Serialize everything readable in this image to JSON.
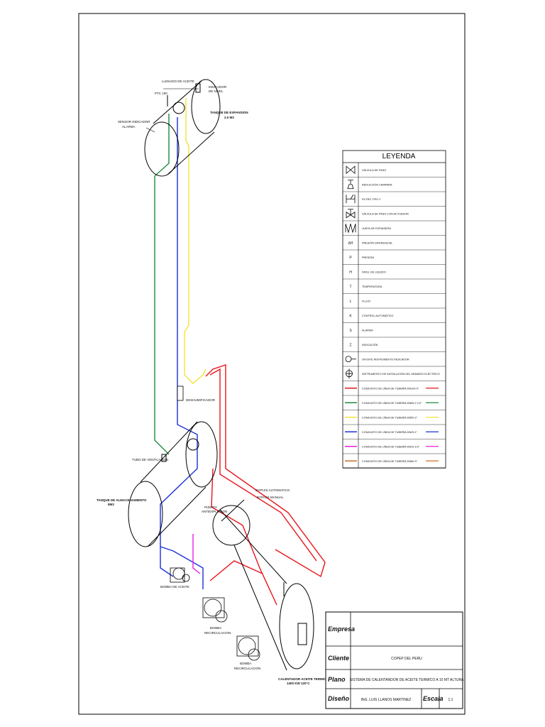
{
  "labels": {
    "llenado": "LLENADO DE ACEITE",
    "indicador_nivel": [
      "INDICADOR",
      "DE NIVEL"
    ],
    "ptc": "PTC 100",
    "sensor": [
      "SENSOR INDICADOR",
      "ALARMA"
    ],
    "tanque_expansion": [
      "TANQUE DE EXPANSION",
      "2.0 M3"
    ],
    "deshumificador": "DESHUMIFICADOR",
    "tubo_ventilacion": "TUBO DE  VENTILACION",
    "tanque_almacenamiento": [
      "TANQUE DE ALMACENAMIENTO",
      "8M3"
    ],
    "bypass": [
      "BYPASS AUTOMATICO",
      "BYPASS MANUAL"
    ],
    "purga": [
      "PUERTA",
      "ANTIEXPLOSION"
    ],
    "bomba_aceite": "BOMBA DE ACEITE",
    "bomba_1": [
      "BOMBA",
      "RECIRCULACION"
    ],
    "bomba_2": [
      "BOMBA",
      "RECIRCULACION"
    ],
    "calentador": [
      "CALENTADOR ACEITE TERMICO",
      "1400 KW 120°C"
    ]
  },
  "legend": {
    "title": "LEYENDA",
    "items": [
      {
        "symbol": "valve-icon",
        "text": "VÁLVULA DE PASO"
      },
      {
        "symbol": "reduction-icon",
        "text": "REDUCCIÓN CAMPANA"
      },
      {
        "symbol": "filter-icon",
        "text": "FILTRO TIPO Y"
      },
      {
        "symbol": "actuator-valve-icon",
        "text": "VÁLVULA DE PASO  CON ACTUADOR"
      },
      {
        "symbol": "expansion-joint-icon",
        "text": "JUNTA DE EXPANSIÓN"
      },
      {
        "symbol": "text-code",
        "code": "ΔH",
        "text": "PRESIÓN  DIFERENCIAL"
      },
      {
        "symbol": "text-code",
        "code": "P",
        "text": "PRESIÓN"
      },
      {
        "symbol": "text-code",
        "code": "H",
        "text": "NIVEL DE LIQUIDO"
      },
      {
        "symbol": "text-code",
        "code": "T",
        "text": "TEMPERATURA"
      },
      {
        "symbol": "text-code",
        "code": "L",
        "text": "FLUJO"
      },
      {
        "symbol": "text-code",
        "code": "K",
        "text": "CONTROL AUTOMÁTICO"
      },
      {
        "symbol": "text-code",
        "code": "S",
        "text": "ALARMA"
      },
      {
        "symbol": "text-code",
        "code": "Z",
        "text": "INDICACIÓN"
      },
      {
        "symbol": "instrument-indicator-icon",
        "text": "ON-SITE INSTRUMENTO INDICADOR"
      },
      {
        "symbol": "instrument-electric-icon",
        "text": "INSTRUMENTO DE INSTALACIÓN DEL ARMARIO ELÉCTRICO"
      },
      {
        "symbol": "line",
        "color": "#e8141b",
        "text": "CONJUNTO DE LÍNEA DE TUBERÍA DN100    4\""
      },
      {
        "symbol": "line",
        "color": "#1d8a3c",
        "text": "CONJUNTO DE LÍNEA DE TUBERÍA DN65    2 1/2\""
      },
      {
        "symbol": "line",
        "color": "#f2e33a",
        "text": "CONJUNTO DE LÍNEA DE TUBERÍA DN50    2\""
      },
      {
        "symbol": "line",
        "color": "#1a2fd6",
        "text": "CONJUNTO DE LÍNEA DE TUBERÍA DN25    1\""
      },
      {
        "symbol": "line",
        "color": "#e81ee0",
        "text": "CONJUNTO DE LÍNEA DE TUBERÍA DN15    1/2\""
      },
      {
        "symbol": "line",
        "color": "#c8702a",
        "text": "CONJUNTO DE LÍNEA DE TUBERÍA DN80    3\""
      }
    ]
  },
  "title_block": {
    "empresa_label": "Empresa",
    "empresa_value": "",
    "cliente_label": "Cliente",
    "cliente_value": "COPEP DEL PERU",
    "plano_label": "Plano",
    "plano_value": "SISTEMA DE CALENTANDOR DE ACEITE TERMICO A 10 MT ALTURA",
    "diseno_label": "Diseño",
    "diseno_value": "ING. LUIS LLANOS MARTINEZ",
    "escala_label": "Escala",
    "escala_value": "1:1"
  },
  "colors": {
    "red": "#e8141b",
    "green": "#1d8a3c",
    "yellow": "#f2e33a",
    "blue": "#1a2fd6",
    "magenta": "#e81ee0",
    "orange": "#c8702a"
  }
}
